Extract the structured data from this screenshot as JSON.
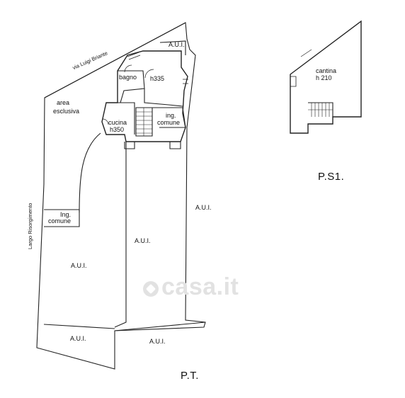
{
  "plan": {
    "ground_floor_label": "P.T.",
    "basement_label": "P.S1.",
    "streets": {
      "top": "via Luigi Briante",
      "left": "Largo Risorgimento"
    },
    "area": {
      "line1": "area",
      "line2": "esclusiva"
    },
    "rooms": {
      "bagno": "bagno",
      "living_height": "h335",
      "cucina_name": "cucina",
      "cucina_height": "h350",
      "ing_line1": "ing.",
      "ing_line2": "comune",
      "cantina_name": "cantina",
      "cantina_height": "h 210"
    },
    "side_entrance": {
      "line1": "Ing.",
      "line2": "comune"
    },
    "aui": {
      "top": "A.U.I.",
      "right": "A.U.I.",
      "center": "A.U.I.",
      "left": "A.U.I.",
      "bottom_left": "A.U.I.",
      "bottom_right": "A.U.I."
    },
    "watermark": "casa.it"
  }
}
